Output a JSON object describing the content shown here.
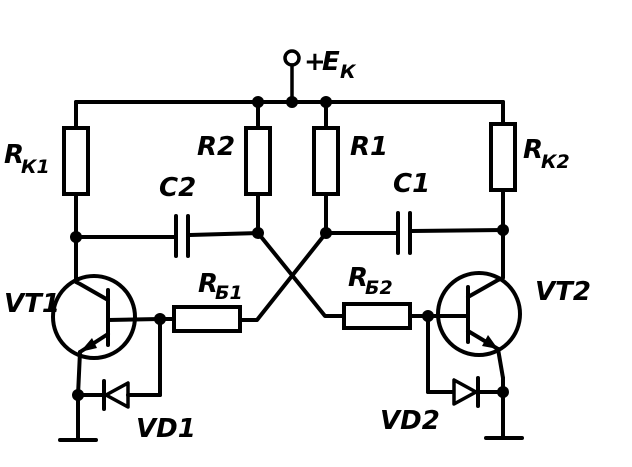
{
  "labels": {
    "supply_plus": "+",
    "supply_e": "E",
    "supply_sub": "К",
    "rk1": "R",
    "rk1_sub": "К1",
    "rk2": "R",
    "rk2_sub": "К2",
    "r1": "R1",
    "r2": "R2",
    "c1": "C1",
    "c2": "C2",
    "rb1": "R",
    "rb1_sub": "Б1",
    "rb2": "R",
    "rb2_sub": "Б2",
    "vt1": "VT1",
    "vt2": "VT2",
    "vd1": "VD1",
    "vd2": "VD2"
  }
}
